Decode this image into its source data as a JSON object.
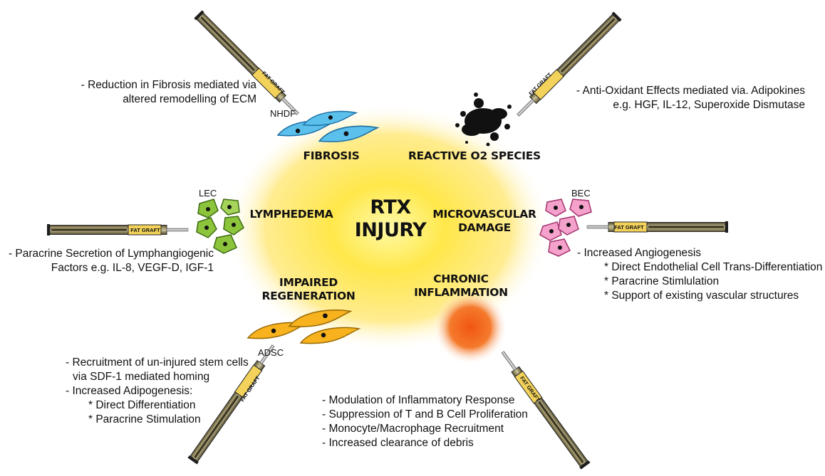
{
  "center": {
    "line1": "RTX",
    "line2": "INJURY"
  },
  "syringe_label": "FAT GRAFT",
  "conditions": {
    "fibrosis": "FIBROSIS",
    "reactive_o2": "REACTIVE O2 SPECIES",
    "lymphedema": "LYMPHEDEMA",
    "microvascular": [
      "MICROVASCULAR",
      "DAMAGE"
    ],
    "impaired_regeneration": [
      "IMPAIRED",
      "REGENERATION"
    ],
    "chronic_inflammation": [
      "CHRONIC",
      "INFLAMMATION"
    ]
  },
  "cells": {
    "nhdf": "NHDF",
    "lec": "LEC",
    "bec": "BEC",
    "adsc": "ADSC"
  },
  "effects": {
    "fibrosis": [
      "-  Reduction in Fibrosis mediated via",
      "altered remodelling of ECM"
    ],
    "antioxidant": [
      "-  Anti-Oxidant Effects mediated via. Adipokines",
      "e.g. HGF, IL-12, Superoxide Dismutase"
    ],
    "lymphangiogenic": [
      "-  Paracrine Secretion of Lymphangiogenic",
      "Factors e.g. IL-8, VEGF-D, IGF-1"
    ],
    "angiogenesis": [
      "- Increased Angiogenesis",
      "* Direct Endothelial Cell Trans-Differentiation",
      "* Paracrine Stimlulation",
      "* Support of existing vascular structures"
    ],
    "regeneration": [
      "- Recruitment of un-injured stem cells",
      "via SDF-1 mediated homing",
      "- Increased Adipogenesis:",
      "* Direct Differentiation",
      "* Paracrine Stimulation"
    ],
    "inflammation": [
      "-  Modulation of Inflammatory Response",
      "- Suppression of T and B Cell Proliferation",
      "- Monocyte/Macrophage Recruitment",
      "- Increased clearance of debris"
    ]
  },
  "colors": {
    "glow": "#ffe84a",
    "fibroblast": "#5cc0ec",
    "lymphatic_cell": "#8cc43c",
    "endothelial_cell": "#f4a2cc",
    "stem_cell": "#f7b21e",
    "inflammation": "#f26a1b",
    "syringe_barrel": "#8f8760",
    "syringe_label_bg": "#f2d25a"
  },
  "icons": [
    "syringe-icon",
    "fibroblast-cell-icon",
    "ros-splatter-icon",
    "lymphatic-cell-icon",
    "endothelial-cell-icon",
    "stem-cell-icon",
    "inflammation-blob-icon"
  ]
}
